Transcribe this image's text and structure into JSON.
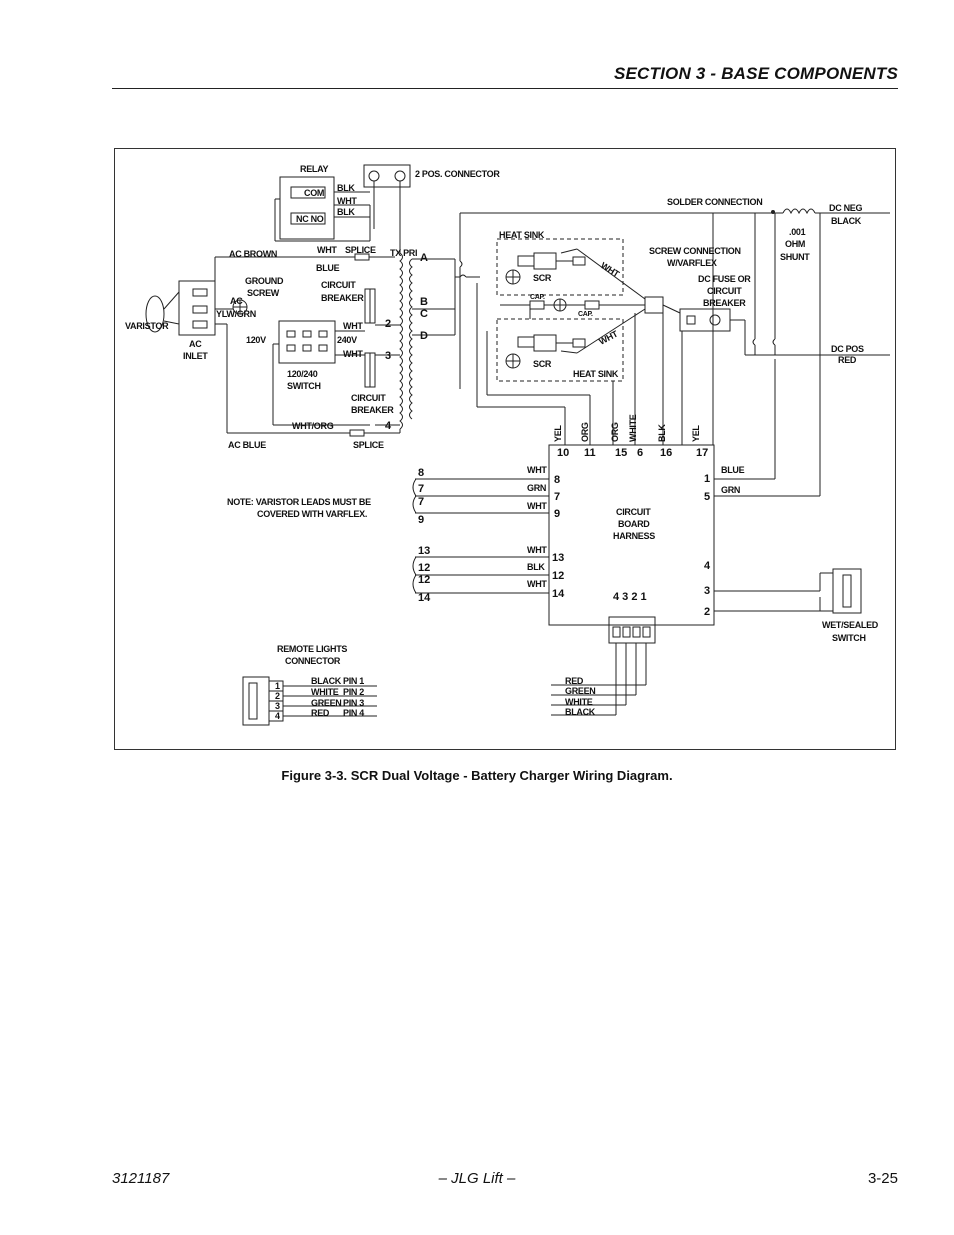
{
  "header": {
    "section_title": "SECTION 3 - BASE COMPONENTS"
  },
  "figure": {
    "caption": "Figure 3-3.  SCR Dual Voltage - Battery Charger Wiring Diagram.",
    "labels": {
      "relay": "RELAY",
      "two_pos_connector": "2 POS. CONNECTOR",
      "com": "COM",
      "nc_no": "NC NO",
      "blk1": "BLK",
      "wht1": "WHT",
      "blk2": "BLK",
      "ac_brown": "AC BROWN",
      "wht_splice": "WHT",
      "splice_top": "SPLICE",
      "tx_pri": "TX PRI",
      "blue_tx": "BLUE",
      "ground_screw_1": "GROUND",
      "ground_screw_2": "SCREW",
      "ac_ylw": "AC",
      "ylw_grn": "YLW/GRN",
      "varistor": "VARISTOR",
      "ac_inlet_1": "AC",
      "ac_inlet_2": "INLET",
      "cb_top_1": "CIRCUIT",
      "cb_top_2": "BREAKER",
      "v120": "120V",
      "v240": "240V",
      "wht_sw1": "WHT",
      "wht_sw2": "WHT",
      "switch_1": "120/240",
      "switch_2": "SWITCH",
      "cb_bot_1": "CIRCUIT",
      "cb_bot_2": "BREAKER",
      "wht_org": "WHT/ORG",
      "ac_blue": "AC BLUE",
      "splice_bot": "SPLICE",
      "tap_a": "A",
      "tap_b": "B",
      "tap_c": "C",
      "tap_d": "D",
      "tap_2": "2",
      "tap_3": "3",
      "tap_4": "4",
      "heat_sink_top": "HEAT SINK",
      "scr_top": "SCR",
      "cap1": "CAP.",
      "cap2": "CAP.",
      "scr_bot": "SCR",
      "heat_sink_bot": "HEAT SINK",
      "wht_diag1": "WHT",
      "wht_diag2": "WHT",
      "screw_conn_1": "SCREW CONNECTION",
      "screw_conn_2": "W/VARFLEX",
      "dc_fuse_1": "DC FUSE OR",
      "dc_fuse_2": "CIRCUIT",
      "dc_fuse_3": "BREAKER",
      "solder_conn": "SOLDER CONNECTION",
      "shunt_1": ".001",
      "shunt_2": "OHM",
      "shunt_3": "SHUNT",
      "dc_neg_1": "DC NEG",
      "dc_neg_2": "BLACK",
      "dc_pos_1": "DC POS",
      "dc_pos_2": "RED",
      "col_yel1": "YEL",
      "col_org1": "ORG",
      "col_org2": "ORG",
      "col_white": "WHITE",
      "col_blk": "BLK",
      "col_yel2": "YEL",
      "pin_10": "10",
      "pin_11": "11",
      "pin_15": "15",
      "pin_6": "6",
      "pin_16": "16",
      "pin_17": "17",
      "lt_8": "8",
      "lt_7a": "7",
      "lt_7b": "7",
      "lt_9": "9",
      "lt_13": "13",
      "lt_12a": "12",
      "lt_12b": "12",
      "lt_14": "14",
      "wht_l1": "WHT",
      "grn_l": "GRN",
      "wht_l2": "WHT",
      "wht_l3": "WHT",
      "blk_l": "BLK",
      "wht_l4": "WHT",
      "in_8": "8",
      "in_7": "7",
      "in_9": "9",
      "in_13": "13",
      "in_12": "12",
      "in_14": "14",
      "board_1": "CIRCUIT",
      "board_2": "BOARD",
      "board_3": "HARNESS",
      "r_1": "1",
      "r_5": "5",
      "r_4": "4",
      "r_3": "3",
      "r_2": "2",
      "blue_r": "BLUE",
      "grn_r": "GRN",
      "bot_pins": "4 3 2 1",
      "wet_1": "WET/SEALED",
      "wet_2": "SWITCH",
      "note_1": "NOTE:  VARISTOR LEADS MUST BE",
      "note_2": "COVERED WITH VARFLEX.",
      "remote_1": "REMOTE LIGHTS",
      "remote_2": "CONNECTOR",
      "rc_1": "1",
      "rc_2": "2",
      "rc_3": "3",
      "rc_4": "4",
      "rc_black": "BLACK",
      "rc_white": "WHITE",
      "rc_green": "GREEN",
      "rc_red": "RED",
      "rc_pin1": "PIN 1",
      "rc_pin2": "PIN 2",
      "rc_pin3": "PIN 3",
      "rc_pin4": "PIN 4",
      "out_red": "RED",
      "out_green": "GREEN",
      "out_white": "WHITE",
      "out_black": "BLACK"
    }
  },
  "footer": {
    "doc_number": "3121187",
    "company": "– JLG Lift –",
    "page": "3-25"
  }
}
